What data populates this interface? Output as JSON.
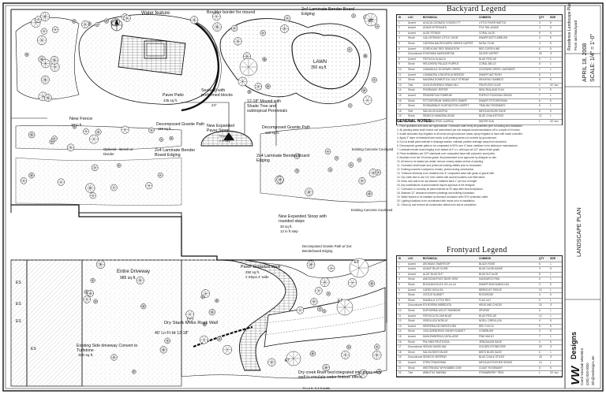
{
  "plan_labels": {
    "water_feature": "Water feature",
    "boulder_border": "Boulder border for mound",
    "edging_top": "2x4 Laminate Bender Board Edging",
    "paver_patio_name": "Paver Patio",
    "paver_patio_area": "435 sq ft.",
    "lawn_name": "LAWN",
    "lawn_area": "350 sq.ft.",
    "seatwall": "Seatwall with preformed blocks",
    "seatwall_height": "24\"",
    "mound": "12-18\" Mound with Shade Tree and subtropical Perennials",
    "new_fence": "New Fence",
    "fence_length": "30 in ft.",
    "dg_path_left": "Decomposed Granite Path",
    "dg_path_left_area": "115 sq ft.",
    "stoop_name": "New Expanded Paver Stoop",
    "stoop_area": "75 sq ft.",
    "stoop_step": "2 ft step",
    "dg_path_right": "Decomposed Granite Path",
    "dg_path_right_area": "120 sq ft.",
    "edging_left": "2x4 Laminate Bender Board Edging",
    "edging_right": "2x4 Laminate Bender Board Edging",
    "existing_edge_1": "Existing Concrete Courtyard",
    "optional_bench": "Optional - Bench or Divider",
    "existing_edge_2": "Existing Concrete Courtyard",
    "front_stoop": "New Expanded Stoop with rounded steps",
    "front_stoop_area": "30 sq ft.",
    "front_stoop_step": "12 in ft step",
    "dg_path_front": "Decomposed Granite Path w/ 2x4 Benderboard Edging",
    "entry_drive": "Entire Driveway",
    "entry_drive_area": "985 sq ft.",
    "entrance_walk": "Paver Entrance Walk",
    "entrance_walk_area": "250 sq ft.",
    "entrance_walk_steps": "2 Steps 4' wide",
    "rock_wall": "Dry Stack Moss Rock Wall",
    "rock_wall_dims": "40' Ln Ft  Ht 12-18\"",
    "side_drive": "Existing Side driveway Convert to Turfstone",
    "side_drive_area": "300 sq ft.",
    "dry_creek": "Dry creek River bed integrated into moss rock wall to emulate water feature effect.",
    "dry_creek_dims": "70 Ln ft. 3-4 ft width",
    "tag_es": "ES",
    "tag_et": "ET"
  },
  "backyard_legend": {
    "title": "Backyard Legend",
    "headers": [
      "ID",
      "LOC",
      "BOTANICAL",
      "COMMON",
      "QTY",
      "SIZE"
    ],
    "rows": [
      [
        "1",
        "Accent",
        "ACACIA COGNATA 'COUSIN ITT'",
        "LITTLE RIVER WATTLE",
        "3",
        "5"
      ],
      [
        "2",
        "Accent",
        "AGAVE ATTENUATA",
        "FOX TAIL AGAVE",
        "4",
        "5"
      ],
      [
        "3",
        "Accent",
        "ALOE STRIATA",
        "CORAL ALOE",
        "5",
        "5"
      ],
      [
        "4",
        "Shrub",
        "CALLISTEMON 'LITTLE JOHN'",
        "DWARF BOTTLEBRUSH",
        "4",
        "5"
      ],
      [
        "5",
        "Shrub",
        "CARISSA MACROCARPA 'GREEN CARPET'",
        "NATAL PLUM",
        "4",
        "5"
      ],
      [
        "6",
        "Accent",
        "CORDYLINE 'RED SENSATION'",
        "RED CORDYLINE",
        "6",
        "5"
      ],
      [
        "7",
        "Groundcover",
        "DYMONDIA MARGARETAE",
        "SILVER CARPET",
        "30",
        "4\""
      ],
      [
        "8",
        "Accent",
        "FESTUCA GLAUCA",
        "BLUE FESCUE",
        "9",
        "1"
      ],
      [
        "9",
        "Shrub",
        "HEUCHERA 'PALACE PURPLE'",
        "CORAL BELLS",
        "6",
        "1"
      ],
      [
        "10",
        "Shrub",
        "LAVANDULA 'GOODWIN CREEK'",
        "GOODWIN CREEK LAVENDER",
        "7",
        "1"
      ],
      [
        "11",
        "Accent",
        "LOMANDRA LONGIFOLIA 'BREEZE'",
        "DWARF MAT RUSH",
        "8",
        "1"
      ],
      [
        "12",
        "Shrub",
        "NANDINA DOMESTICA 'GULF STREAM'",
        "HEAVENLY BAMBOO",
        "5",
        "5"
      ],
      [
        "13",
        "Tree",
        "OLEA EUROPAEA 'SWAN HILL'",
        "FRUITLESS OLIVE",
        "1",
        "24\" box"
      ],
      [
        "14",
        "Shrub",
        "PHORMIUM 'JESTER'",
        "NEW ZEALAND FLAX",
        "4",
        "5"
      ],
      [
        "15",
        "Accent",
        "PENNISETUM 'RUBRUM'",
        "PURPLE FOUNTAIN GRASS",
        "7",
        "1"
      ],
      [
        "16",
        "Shrub",
        "PITTOSPORUM 'WHEELER'S DWARF'",
        "DWARF PITTOSPORUM",
        "6",
        "5"
      ],
      [
        "17",
        "Shrub",
        "ROSMARINUS 'HUNTINGTON CARPET'",
        "TRAILING ROSEMARY",
        "6",
        "1"
      ],
      [
        "18",
        "Vine",
        "SALVIA LEUCANTHA",
        "MEXICAN BUSH SAGE",
        "5",
        "5"
      ],
      [
        "19",
        "Shrub",
        "SENECIO MANDRALISCAE",
        "BLUE CHALKSTICKS",
        "12",
        "1"
      ],
      [
        "20",
        "Tree",
        "TRISTANIOPSIS LAURINA",
        "WATER GUM",
        "1",
        "24\" box"
      ]
    ]
  },
  "general_notes": {
    "title": "GENERAL NOTES:",
    "items": [
      "1. Plant quantities and sizes are approximate. Contractor shall verify all quantities prior to bidding and installation.",
      "2. All planting areas shall receive soil amendment per soil analysis recommendations; till to a depth of 6 inches.",
      "3. Install automatic drip irrigation to all shrub and groundcover areas; spray irrigation to lawn with smart controller.",
      "4. Apply 3\" layer of shredded bark mulch to all planting areas not covered by groundcover.",
      "5. Do not install plant material in drainage swales; maintain positive drainage away from structures.",
      "6. Decomposed granite paths to be compacted to 90% over 4\" base; stabilizer to be added per manufacturer.",
      "7. Laminate bender board edging to be staked at 3' o.c. with tops set 1/2\" above finish grade.",
      "8. Paver installation per ICPI standards over compacted base with polymeric sand joints.",
      "9. Boulders to be set 1/3 below grade; final placement to be approved by designer on site.",
      "10. All trees to be staked per detail; remove nursery stakes at time of planting.",
      "11. Contractor shall locate and protect all existing utilities prior to excavation.",
      "12. Existing concrete courtyard to remain; protect during construction.",
      "13. Turfstone driveway to be installed over 6\" compacted base with grass or gravel infill.",
      "14. Dry creek bed to use 3-8\" river cobble with accent boulders over filter fabric.",
      "15. Moss rock wall to be dry stacked, battered back 1\" per foot of height.",
      "16. Any substitutions of plant material require approval of the designer.",
      "17. Contractor to warranty all plant material for 90 days after final acceptance.",
      "18. Maintain 12\" clearance between plantings and building foundation.",
      "19. Water feature to be installed by licensed contractor with GFCI protected outlet.",
      "20. Lighting locations to be coordinated with owner prior to installation.",
      "21. Clean up and remove all construction debris from site at completion."
    ]
  },
  "frontyard_legend": {
    "title": "Frontyard Legend",
    "headers": [
      "ID",
      "LOC",
      "BOTANICAL",
      "COMMON",
      "QTY",
      "SIZE"
    ],
    "rows": [
      [
        "1",
        "Accent",
        "AEONIUM 'ZWARTKOP'",
        "BLACK ROSE",
        "6",
        "1"
      ],
      [
        "2",
        "Accent",
        "AGAVE 'BLUE GLOW'",
        "BLUE GLOW AGAVE",
        "3",
        "5"
      ],
      [
        "3",
        "Accent",
        "ALOE 'BLUE ELF'",
        "BLUE ELF ALOE",
        "8",
        "1"
      ],
      [
        "4",
        "Shrub",
        "ANIGOZANTHOS 'BUSH GEM'",
        "KANGAROO PAW",
        "6",
        "1"
      ],
      [
        "5",
        "Shrub",
        "BOUGAINVILLEA 'OO-LA-LA'",
        "DWARF BOUGAINVILLEA",
        "3",
        "5"
      ],
      [
        "6",
        "Accent",
        "CAREX DIVULSA",
        "BERKELEY SEDGE",
        "10",
        "1"
      ],
      [
        "7",
        "Shrub",
        "CISTUS 'SUNSET'",
        "ROCKROSE",
        "4",
        "5"
      ],
      [
        "8",
        "Shrub",
        "DIANELLA 'LITTLE REV'",
        "FLAX LILY",
        "9",
        "1"
      ],
      [
        "9",
        "Groundcover",
        "ECHEVERIA IMBRICATA",
        "HENS AND CHICKS",
        "15",
        "4\""
      ],
      [
        "10",
        "Shrub",
        "EUPHORBIA 'ASCOT RAINBOW'",
        "SPURGE",
        "6",
        "1"
      ],
      [
        "11",
        "Accent",
        "FESTUCA 'ELIJAH BLUE'",
        "BLUE FESCUE",
        "12",
        "1"
      ],
      [
        "12",
        "Shrub",
        "GREVILLEA 'NOELLII'",
        "NOELL GREVILLEA",
        "4",
        "5"
      ],
      [
        "13",
        "Accent",
        "HESPERALOE PARVIFLORA",
        "RED YUCCA",
        "5",
        "5"
      ],
      [
        "14",
        "Shrub",
        "LEUCADENDRON 'SAFARI SUNSET'",
        "CONEBUSH",
        "3",
        "5"
      ],
      [
        "15",
        "Accent",
        "MUHLENBERGIA CAPILLARIS",
        "PINK MUHLY",
        "7",
        "1"
      ],
      [
        "16",
        "Shrub",
        "PHLOMIS FRUTICOSA",
        "JERUSALEM SAGE",
        "4",
        "5"
      ],
      [
        "17",
        "Groundcover",
        "SEDUM 'ANGELINA'",
        "GOLDEN STONECROP",
        "20",
        "4\""
      ],
      [
        "18",
        "Shrub",
        "SALVIA 'BEE'S BLISS'",
        "BEE'S BLISS SAGE",
        "6",
        "1"
      ],
      [
        "19",
        "Groundcover",
        "SENECIO SERPENS",
        "BLUE CHALK STICKS",
        "18",
        "4\""
      ],
      [
        "20",
        "Accent",
        "STIPA TENUISSIMA",
        "MEXICAN FEATHER GRASS",
        "10",
        "1"
      ],
      [
        "21",
        "Shrub",
        "WESTRINGIA 'WYNYABBIE GEM'",
        "COAST ROSEMARY",
        "5",
        "5"
      ],
      [
        "22",
        "Tree",
        "ARBUTUS 'MARINA'",
        "STRAWBERRY TREE",
        "1",
        "24\" box"
      ]
    ]
  },
  "title_block": {
    "client_name": "Residence Landscape Plan",
    "client_address": "Front and Backyard",
    "date": "APRIL 18, 2008",
    "scale": "SCALE: 1/4\" = 1'-0\"",
    "sheet_title": "LANDSCAPE PLAN",
    "firm_name": "Designs",
    "firm_mark": "VW",
    "designer": "Carol Vanclair Mosteiro",
    "designer_phone": "(000) 000-0000",
    "designer_email": "info@vwdesigns.net"
  },
  "colors": {
    "ink": "#111111",
    "hatch": "#888888",
    "paper": "#ffffff"
  }
}
